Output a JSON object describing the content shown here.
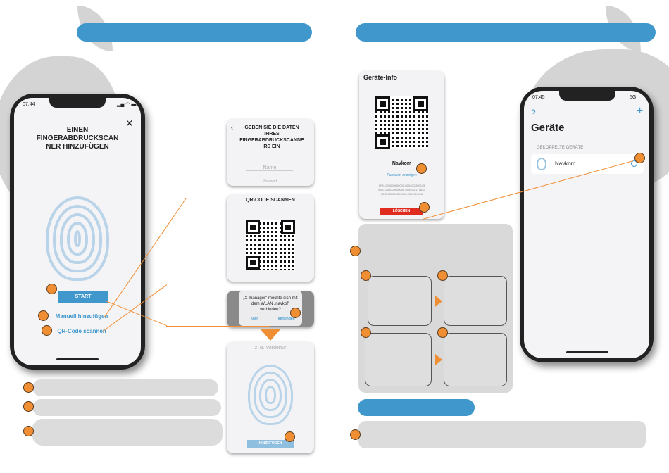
{
  "left_phone": {
    "time": "07:44",
    "title_lines": [
      "EINEN",
      "FINGERABDRUCKSCAN",
      "NER HINZUFÜGEN"
    ],
    "start_label": "START",
    "manual_label": "Manuell hinzufügen",
    "qr_label": "QR-Code scannen"
  },
  "card_enter": {
    "title_lines": [
      "GEBEN SIE DIE DATEN",
      "IHRES",
      "FINGERABDRUCKSCANNE",
      "RS EIN"
    ],
    "name_placeholder": "Name",
    "password_placeholder": "Passwort"
  },
  "card_qr": {
    "title": "QR-CODE SCANNEN"
  },
  "card_wifi": {
    "message": "„X-manager\" möchte sich mit dem WLAN „navkof\" verbinden?",
    "cancel": "Abbr.",
    "connect": "Verbinden"
  },
  "card_name": {
    "placeholder": "z. B. Vordertür",
    "add_label": "HINZUFÜGEN"
  },
  "card_info": {
    "title": "Geräte-Info",
    "device_name": "Navkom",
    "show_password": "Passwort anzeigen",
    "ids": [
      "SRN-000000000000-000400-200135",
      "BMD-000000000000-000400-170835",
      "BFC-000000000000-000400-208"
    ],
    "delete_label": "LÖSCHEN"
  },
  "right_phone": {
    "time": "07:45",
    "network": "5G",
    "help": "?",
    "add": "+",
    "title": "Geräte",
    "section": "GEKOPPELTE GERÄTE",
    "device_name": "Navkom"
  },
  "colors": {
    "accent": "#3f97cc",
    "marker": "#f08e33",
    "danger": "#e02b1f"
  }
}
